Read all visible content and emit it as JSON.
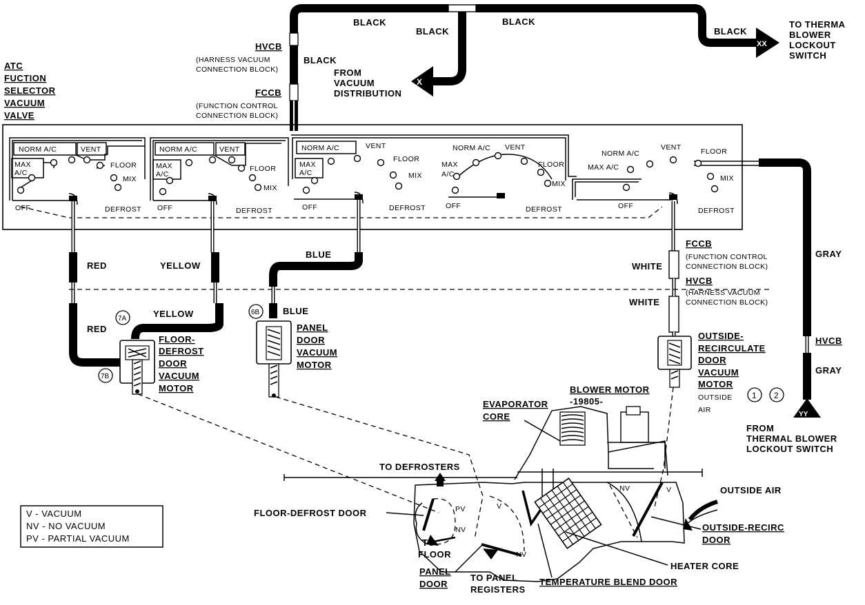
{
  "hoses": {
    "black_1": "BLACK",
    "black_2": "BLACK",
    "black_3": "BLACK",
    "black_4": "BLACK",
    "black_5": "BLACK",
    "red_1": "RED",
    "red_2": "RED",
    "yellow_1": "YELLOW",
    "yellow_2": "YELLOW",
    "blue_1": "BLUE",
    "blue_2": "BLUE",
    "white_1": "WHITE",
    "white_2": "WHITE",
    "gray_1": "GRAY",
    "gray_2": "GRAY"
  },
  "connectors": {
    "hvcb": "HVCB",
    "hvcb_desc_1": "(HARNESS VACUUM",
    "hvcb_desc_2": "CONNECTION BLOCK)",
    "fccb": "FCCB",
    "fccb_desc_1": "(FUNCTION CONTROL",
    "fccb_desc_2": "CONNECTION BLOCK)",
    "hvcb_right": "HVCB",
    "hvcb_right_desc_1": "(HARNESS VACUUM",
    "hvcb_right_desc_2": "CONNECTION BLOCK)",
    "fccb_right": "FCCB",
    "fccb_right_desc_1": "(FUNCTION CONTROL",
    "fccb_right_desc_2": "CONNECTION BLOCK)",
    "hvcb_gray": "HVCB"
  },
  "sources": {
    "from_vacuum": [
      "FROM",
      "VACUUM",
      "DISTRIBUTION"
    ],
    "x_marker": "X",
    "xx_marker": "XX",
    "yy_marker": "YY",
    "to_lockout": [
      "TO THERMA",
      "BLOWER",
      "LOCKOUT",
      "SWITCH"
    ],
    "from_lockout": [
      "FROM",
      "THERMAL BLOWER",
      "LOCKOUT SWITCH"
    ]
  },
  "selector_title": [
    "ATC",
    "FUCTION",
    "SELECTOR",
    "VACUUM",
    "VALVE"
  ],
  "valve_sections": [
    {
      "norm": "NORM A/C",
      "vent": "VENT",
      "max": [
        "MAX",
        "A/C"
      ],
      "floor": "FLOOR",
      "mix": "MIX",
      "off": "OFF",
      "defrost": "DEFROST"
    },
    {
      "norm": "NORM A/C",
      "vent": "VENT",
      "max": [
        "MAX",
        "A/C"
      ],
      "floor": "FLOOR",
      "mix": "MIX",
      "off": "OFF",
      "defrost": "DEFROST"
    },
    {
      "norm": "NORM A/C",
      "vent": "VENT",
      "max": [
        "MAX",
        "A/C"
      ],
      "floor": "FLOOR",
      "mix": "MIX",
      "off": "OFF",
      "defrost": "DEFROST"
    },
    {
      "norm": "NORM A/C",
      "vent": "VENT",
      "max": [
        "MAX",
        "A/C"
      ],
      "floor": "FLOOR",
      "mix": "MIX",
      "off": "OFF",
      "defrost": "DEFROST"
    },
    {
      "norm": "NORM A/C",
      "vent": "VENT",
      "max": [
        "MAX A/C"
      ],
      "floor": "FLOOR",
      "mix": "MIX",
      "off": "OFF",
      "defrost": "DEFROST"
    }
  ],
  "motors": {
    "marker_7a": "7A",
    "marker_7b": "7B",
    "marker_6b": "6B",
    "floor_defrost": [
      "FLOOR-",
      "DEFROST",
      "DOOR",
      "VACUUM",
      "MOTOR"
    ],
    "panel": [
      "PANEL",
      "DOOR",
      "VACUUM",
      "MOTOR"
    ],
    "outside_recirc": [
      "OUTSIDE-",
      "RECIRCULATE",
      "DOOR",
      "VACUUM",
      "MOTOR"
    ],
    "outside_air_small": [
      "OUTSIDE",
      "AIR"
    ],
    "note_1": "1",
    "note_2": "2"
  },
  "hvac": {
    "blower_motor": "BLOWER MOTOR",
    "blower_part": "-19805-",
    "evaporator": [
      "EVAPORATOR",
      "CORE"
    ],
    "to_defrosters": "TO DEFROSTERS",
    "outside_air": "OUTSIDE AIR",
    "floor_defrost_door": "FLOOR-DEFROST DOOR",
    "to_floor": [
      "TO",
      "FLOOR"
    ],
    "panel_door": [
      "PANEL",
      "DOOR"
    ],
    "to_panel": [
      "TO PANEL",
      "REGISTERS"
    ],
    "temp_blend": "TEMPERATURE BLEND DOOR",
    "heater_core": "HEATER CORE",
    "outside_recirc_door": [
      "OUTSIDE-RECIRC",
      "DOOR"
    ],
    "pv": "PV",
    "nv_1": "NV",
    "nv_2": "NV",
    "nv_3": "NV",
    "v_1": "V",
    "v_2": "V"
  },
  "legend": [
    "V - VACUUM",
    "NV - NO VACUUM",
    "PV - PARTIAL VACUUM"
  ]
}
